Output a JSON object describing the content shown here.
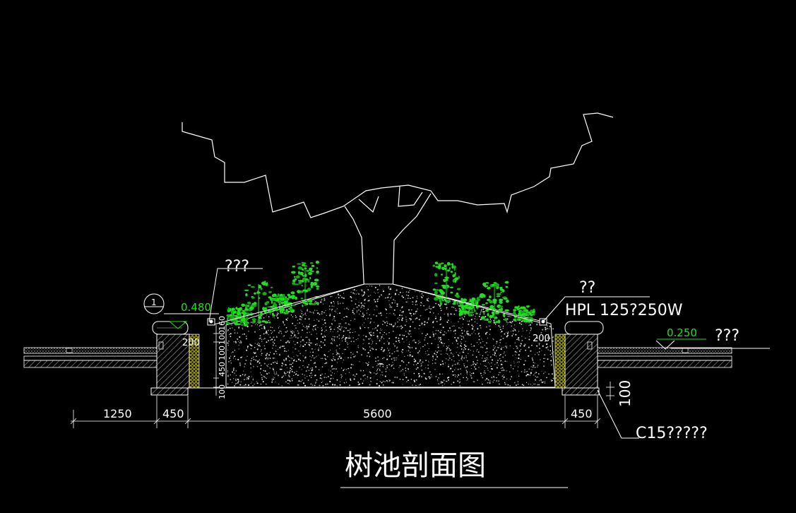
{
  "drawing": {
    "title": "树池剖面图",
    "labels": {
      "left_fixture_callout": "???",
      "right_fixture_callout": "??",
      "fixture_spec": "HPL 125?250W",
      "right_ground_callout": "???",
      "foundation_callout": "C15?????"
    },
    "elevations": {
      "left_marker_number": "1",
      "left_level": "0.480",
      "right_level": "0.250"
    },
    "small_dims": {
      "left_200": "200",
      "right_200": "200",
      "v_100a": "100",
      "v_100b": "100",
      "v_450": "450",
      "v_100c": "100",
      "v_160": "160"
    },
    "dimensions": {
      "d1": "1250",
      "d2": "450",
      "d3": "5600",
      "d4": "450",
      "right_height": "100"
    },
    "colors": {
      "background": "#000000",
      "lines": "#ffffff",
      "green": "#22dd22",
      "yellow": "#d8d800",
      "hatch": "#aaaaaa"
    }
  }
}
